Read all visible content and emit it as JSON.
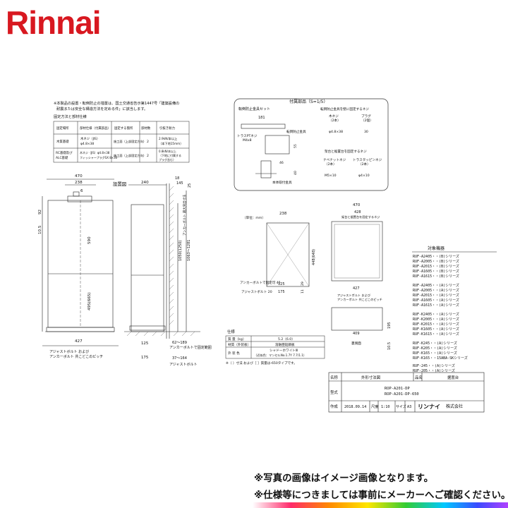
{
  "brand": {
    "logo_text": "Rinnai",
    "logo_color": "#d81820"
  },
  "notes": {
    "line1": "※本製品の設置・転倒防止の措置は、国土交通省告示第1447号「建築設備の",
    "line2": "耐震または安全な構造方法を定める件」に該当します。",
    "fix_title": "固定方法と部材仕様",
    "table_header": [
      "固定場所",
      "部材仕様（付属部品）",
      "部材数",
      "固定する箇所",
      "引抜き耐力"
    ],
    "rows": [
      {
        "place": "木質基礎",
        "material1": "木ネジ（JIS）",
        "material2": "φ4.8×38",
        "count": "2",
        "fix": "施工面（上部固定方向）",
        "strength1": "2.9kN/本以上",
        "strength2": "（本下地15mm）"
      },
      {
        "place": "RC基礎及び",
        "place2": "ALC基礎",
        "material1": "木ネジ（JIS）φ4.8×38",
        "material2": "フィッシャープラグSX 8×30",
        "count": "2",
        "fix": "施工面（上部固定方向）",
        "strength1": "0.8kN/本以上",
        "strength2": "（下地に付属する",
        "strength3": "プラグ含む）"
      }
    ]
  },
  "install_front": {
    "title": "設置図",
    "dims": {
      "w470": "470",
      "w238": "238",
      "w6": "6",
      "h10_5": "10.5",
      "h92": "92",
      "h590": "590",
      "h495": "495(665)",
      "w427": "427"
    },
    "label": "アジャストボルト および",
    "label2": "アンカーボルト 共こどこのピッチ"
  },
  "install_side": {
    "dims": {
      "w240": "240",
      "w18": "18",
      "w145": "145",
      "w25": "25",
      "h1050": "1050(1250)",
      "h1063": "1063～1281",
      "w125": "125",
      "w175": "175",
      "w62": "62～189",
      "w37": "37～164"
    },
    "v1": "アンカーボルト 最大突出寸法",
    "v2": "アンカーボルト 最大突出寸法",
    "anchor": "アンカーボルトで固定範囲",
    "adjust": "アジャストボルト"
  },
  "accessories": {
    "title": "付属部品（S=1/5）",
    "left_title": "転倒防止金具セット",
    "w181": "181",
    "tap": "トラスPTネジ",
    "tap2": "M4x8",
    "h55": "55",
    "tenpo": "転倒防止金具",
    "w46": "46",
    "w40": "40",
    "mount": "本体取付金具",
    "right_title": "転倒防止金具を壁に固定するネジ",
    "screw1": "木ネジ",
    "screw1_qty": "（2本）",
    "screw1_size": "φ4.8×38",
    "plug": "プラグ",
    "plug_qty": "（2個）",
    "plug_size": "30",
    "right2_title": "架台と据置台を固定するネジ",
    "nut": "ナベナットネジ",
    "nut_qty": "（2本）",
    "nut_size": "M5×10",
    "truss": "トラスタッピンネジ",
    "truss_qty": "（2本）",
    "truss_size": "φ4×10"
  },
  "stand_top": {
    "unit": "（単位：mm）",
    "w238": "238",
    "h448": "448(648)",
    "anchor45": "アンカーボルトで固定可 45",
    "adjust20": "アジャストボルト 20",
    "w125": "125",
    "w175": "175",
    "h11": "11",
    "h29": "29"
  },
  "stand_front": {
    "w470": "470",
    "w428": "428",
    "top_label": "架台と据置台を固定するネジ",
    "w427": "427",
    "adjust": "アジャストボルト および",
    "adjust2": "アンカーボルト 共こどこのピッチ",
    "w409": "409",
    "h195": "195",
    "h10_5": "10.5",
    "bottom": "裏側面"
  },
  "models": {
    "title": "対象機器",
    "groups": [
      [
        "RUF-A2405・・(B)シリーズ",
        "RUF-A2005・・(B)シリーズ",
        "RUF-A2015・・(B)シリーズ",
        "RUF-A1605・・(B)シリーズ",
        "RUF-A1615・・(B)シリーズ"
      ],
      [
        "RUF-A2405・・(A)シリーズ",
        "RUF-A2005・・(A)シリーズ",
        "RUF-A2015・・(A)シリーズ",
        "RUF-A1605・・(A)シリーズ",
        "RUF-A1615・・(A)シリーズ"
      ],
      [
        "RUF-K2405・・(A)シリーズ",
        "RUF-K2005・・(A)シリーズ",
        "RUF-K2015・・(A)シリーズ",
        "RUF-K1605・・(A)シリーズ",
        "RUF-K1615・・(A)シリーズ"
      ],
      [
        "RUF-K245・・(A)シリーズ",
        "RUF-K205・・(A)シリーズ",
        "RUF-K165・・(A)シリーズ",
        "RUF-K165・・15ABA-SKシリーズ"
      ],
      [
        "RUF-245・・(A)シリーズ",
        "RUF-205・・(A)シリーズ"
      ]
    ]
  },
  "spec": {
    "title": "仕様",
    "rows": [
      {
        "k": "質 量（kg）",
        "v": "5.2（6.0）"
      },
      {
        "k": "材質（外装板）",
        "v": "溶融亜鉛鋼板"
      },
      {
        "k": "外 装 色",
        "v": "シャドーホワイトⅢ",
        "v2": "（近似色：マンセルNo.1.7Y 7.7/1.1）"
      }
    ],
    "note": "※（ ）寸法 および［ ］質量は-650タイプです。"
  },
  "title_block": {
    "name_label": "名称",
    "name": "外形寸法図",
    "item_label": "品名",
    "item": "据置台",
    "model_label": "型式",
    "model1": "ROP-A201-DP",
    "model2": "ROP-A201-DP-650",
    "date_label": "作成",
    "date": "2018.09.14",
    "scale_label": "尺度",
    "scale": "1:10",
    "size_label": "サイズ",
    "size": "A3",
    "company_logo": "リンナイ",
    "company": "株式会社"
  },
  "footer": {
    "line1": "※写真の画像はイメージ画像となります。",
    "line2": "※仕様等につきましては事前にメーカーへご確認ください。"
  }
}
